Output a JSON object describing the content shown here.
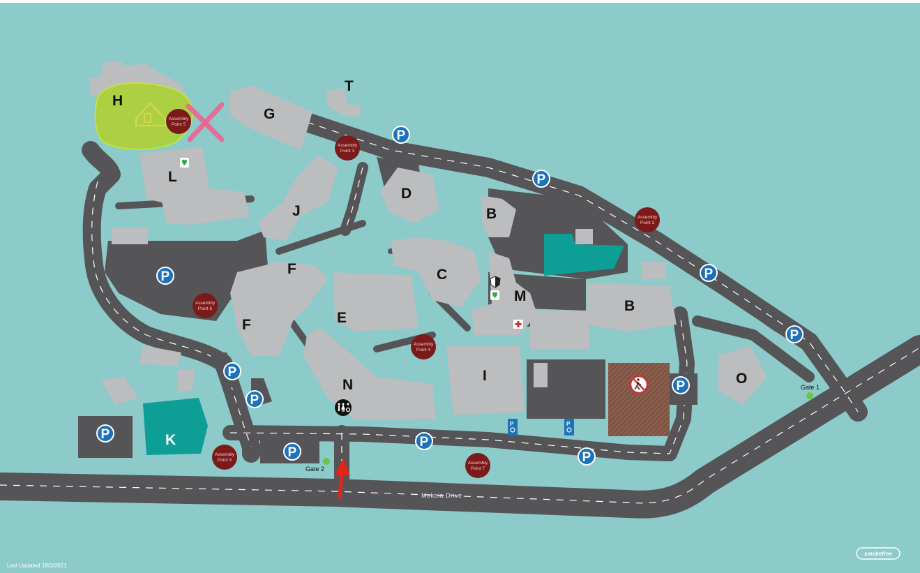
{
  "colors": {
    "background": "#8dcaca",
    "road": "#555557",
    "building": "#bcbdbe",
    "parking_marker": "#1d72b8",
    "assembly_point": "#7b1a1a",
    "teal_building": "#0d9e96",
    "gate": "#6cc24a",
    "hazard_zone": "#a7d61b",
    "closed_marker": "#f06292",
    "arrow": "#e3241b"
  },
  "buildings": {
    "A": "H",
    "B1": "B",
    "B2": "B",
    "C": "C",
    "D": "D",
    "E": "E",
    "F1": "F",
    "F2": "F",
    "G": "G",
    "I": "I",
    "J": "J",
    "K": "K",
    "L": "L",
    "M": "M",
    "N": "N",
    "O": "O",
    "T": "T"
  },
  "parking": {
    "label": "P"
  },
  "assembly_points": {
    "ap1": {
      "line1": "Assembly",
      "line2": "Point 5"
    },
    "ap2": {
      "line1": "Assembly",
      "line2": "Point 3"
    },
    "ap3": {
      "line1": "Assembly",
      "line2": "Point 2"
    },
    "ap4": {
      "line1": "Assembly",
      "line2": "Point 6"
    },
    "ap5": {
      "line1": "Assembly",
      "line2": "Point 4"
    },
    "ap6": {
      "line1": "Assembly",
      "line2": "Point 8"
    },
    "ap7": {
      "line1": "Assembly",
      "line2": "Point 7"
    }
  },
  "gates": {
    "gate1": "Gate 1",
    "gate2": "Gate 2"
  },
  "road_name": "Mokoia Drive",
  "footer": {
    "updated": "Last Updated 18/3/2021",
    "logo": "smokefree"
  },
  "icons": [
    "aed-icon",
    "security-shield-icon",
    "first-aid-icon",
    "accessible-toilet-icon",
    "accessible-parking-icon",
    "no-pedestrian-icon",
    "home-icon",
    "closed-x-icon",
    "entrance-arrow-icon"
  ]
}
